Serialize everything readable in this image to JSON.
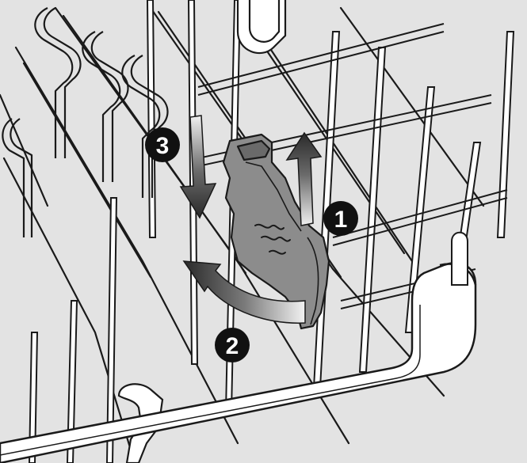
{
  "illustration": {
    "steps": [
      {
        "number": "1",
        "direction": "up"
      },
      {
        "number": "2",
        "direction": "rotate-left"
      },
      {
        "number": "3",
        "direction": "down"
      }
    ],
    "colors": {
      "background": "#e3e3e3",
      "wire": "#ffffff",
      "outline": "#1a1a1a",
      "clip": "#8c8c8c",
      "clip_dark": "#6a6a6a",
      "badge": "#111111"
    }
  }
}
